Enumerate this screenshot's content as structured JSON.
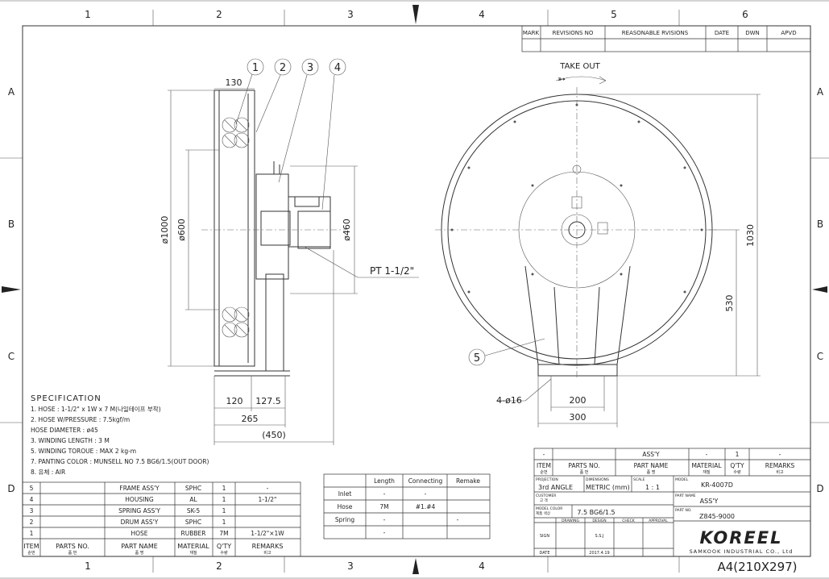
{
  "border": {
    "columns": [
      "1",
      "2",
      "3",
      "4",
      "5",
      "6"
    ],
    "rows": [
      "A",
      "B",
      "C",
      "D"
    ]
  },
  "revisions": {
    "headers": [
      "MARK",
      "REVISIONS NO",
      "REASONABLE RVISIONS",
      "DATE",
      "DWN",
      "APVD"
    ]
  },
  "side_view": {
    "balloons": [
      "1",
      "2",
      "3",
      "4"
    ],
    "dim_130": "130",
    "dim_1000": "ø1000",
    "dim_600": "ø600",
    "dim_460": "ø460",
    "pt_label": "PT 1-1/2\"",
    "dim_120": "120",
    "dim_127": "127.5",
    "dim_265": "265",
    "dim_450": "(450)"
  },
  "front_view": {
    "take_out": "TAKE OUT",
    "balloon_5": "5",
    "dim_1030": "1030",
    "dim_530": "530",
    "dim_holes": "4-ø16",
    "dim_200": "200",
    "dim_300": "300"
  },
  "specification": {
    "title": "SPECIFICATION",
    "lines": [
      "1. HOSE : 1-1/2\" x 1W x 7 M(나일테이프 부착)",
      "2. HOSE  W/PRESSURE : 7.5kgf/m",
      "    HOSE DIAMETER : ø45",
      "3. WINDING LENGTH : 3 M",
      "5. WINDING TOROUE : MAX 2 kg-m",
      "7. PANTING COLOR : MUNSELL NO  7.5 BG6/1.5(OUT DOOR)",
      "8. 유체 : AIR"
    ]
  },
  "parts_table": {
    "rows": [
      [
        "5",
        "",
        "FRAME ASS'Y",
        "SPHC",
        "1",
        "-"
      ],
      [
        "4",
        "",
        "HOUSING",
        "AL",
        "1",
        "1-1/2\""
      ],
      [
        "3",
        "",
        "SPRING ASS'Y",
        "SK-5",
        "1",
        ""
      ],
      [
        "2",
        "",
        "DRUM ASS'Y",
        "SPHC",
        "1",
        ""
      ],
      [
        "1",
        "",
        "HOSE",
        "RUBBER",
        "7M",
        "1-1/2\"×1W"
      ]
    ],
    "header": [
      "ITEM",
      "PARTS NO.",
      "PART NAME",
      "MATERIAL",
      "Q'TY",
      "REMARKS"
    ],
    "header_sub": [
      "순번",
      "품 번",
      "품 명",
      "재질",
      "수량",
      "비고"
    ]
  },
  "conn_table": {
    "headers": [
      "Length",
      "Connecting",
      "Remake"
    ],
    "rows": [
      {
        "name": "Inlet",
        "length": "-",
        "connecting": "-",
        "remake": ""
      },
      {
        "name": "Hose",
        "length": "7M",
        "connecting": "#1.#4",
        "remake": ""
      },
      {
        "name": "Spring",
        "length": "-",
        "connecting": "",
        "remake": "-"
      }
    ],
    "extra": "-"
  },
  "title_block": {
    "top_row": [
      "-",
      "ASS'Y",
      "-",
      "1",
      "-"
    ],
    "header": [
      "ITEM",
      "PARTS NO.",
      "PART NAME",
      "MATERIAL",
      "Q'TY",
      "REMARKS"
    ],
    "header_sub": [
      "순번",
      "품 번",
      "품 명",
      "재질",
      "수량",
      "비고"
    ],
    "projection_label": "PROJECTION",
    "projection_value": "3rd ANGLE",
    "dimensions_label": "DIMENSIONS",
    "dimensions_value": "METRIC (mm)",
    "scale_label": "SCALE",
    "scale_value": "1 : 1",
    "model_label": "MODEL",
    "model_value": "KR-4007D",
    "customer_label": "CUSTOMER",
    "customer_sub": "고 객",
    "part_name_label": "PART NAME",
    "part_name_value": "ASS'Y",
    "model_color_label": "MODEL COLOR",
    "model_color_sub": "제품 색상",
    "model_color_value": "7.5 BG6/1.5",
    "part_no_label": "PART NO.",
    "part_no_value": "Z845-9000",
    "sign_headers": [
      "DRAWING",
      "DESIGN",
      "CHECK",
      "APPROVAL"
    ],
    "sign_label": "SIGN",
    "sign_value": "S.S.J",
    "date_label": "DATE",
    "date_value": "2017.4.19",
    "logo": "KOREEL",
    "company": "SAMKOOK INDUSTRIAL CO., Ltd"
  },
  "sheet_size": "A4(210X297)"
}
